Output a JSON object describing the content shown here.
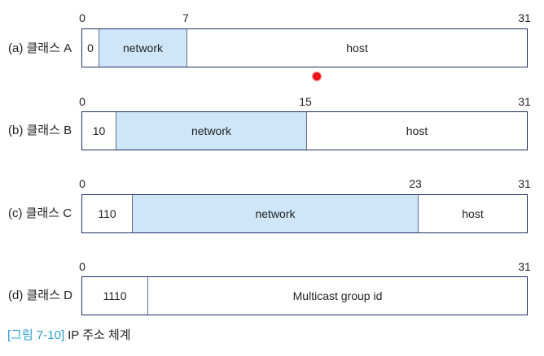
{
  "rows": [
    {
      "label": "(a) 클래스 A",
      "bits": [
        "0",
        "7",
        "31"
      ],
      "segments": [
        {
          "text": "0",
          "type": "prefix"
        },
        {
          "text": "network",
          "type": "network"
        },
        {
          "text": "host",
          "type": "host"
        }
      ]
    },
    {
      "label": "(b) 클래스 B",
      "bits": [
        "0",
        "15",
        "31"
      ],
      "segments": [
        {
          "text": "10",
          "type": "prefix"
        },
        {
          "text": "network",
          "type": "network"
        },
        {
          "text": "host",
          "type": "host"
        }
      ]
    },
    {
      "label": "(c) 클래스 C",
      "bits": [
        "0",
        "23",
        "31"
      ],
      "segments": [
        {
          "text": "110",
          "type": "prefix"
        },
        {
          "text": "network",
          "type": "network"
        },
        {
          "text": "host",
          "type": "host"
        }
      ]
    },
    {
      "label": "(d) 클래스 D",
      "bits": [
        "0",
        "31"
      ],
      "segments": [
        {
          "text": "1110",
          "type": "prefix"
        },
        {
          "text": "Multicast group id",
          "type": "group"
        }
      ]
    }
  ],
  "caption": {
    "figure": "[그림 7-10]",
    "title": "IP 주소 체계"
  },
  "colors": {
    "network_fill": "#cfe6f8",
    "border": "#1f2f64",
    "caption_accent": "#2e9fcf"
  }
}
